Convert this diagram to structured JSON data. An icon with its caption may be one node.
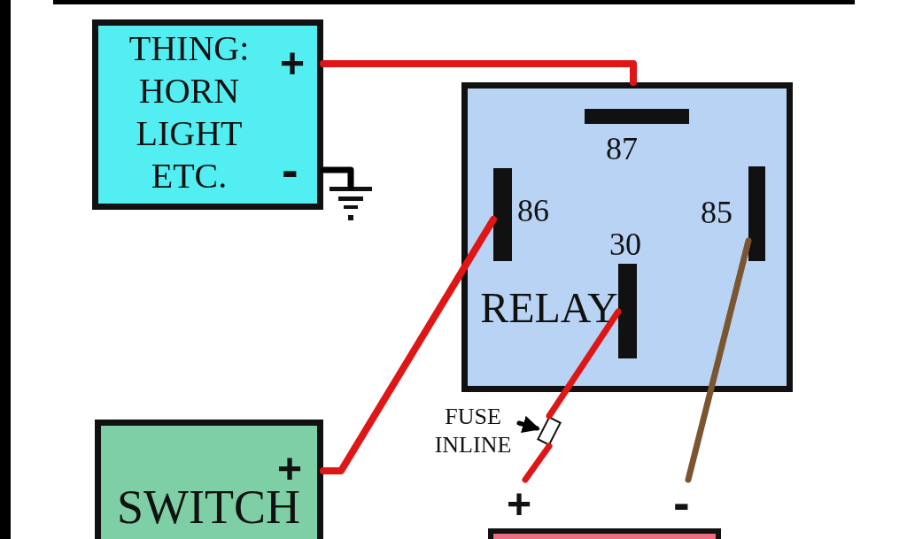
{
  "diagram": {
    "nodes": [
      {
        "text": [
          "THING: HORN LIGHT ETC.",
          "+",
          "-"
        ]
      },
      {
        "text": [],
        "shape": "ground"
      },
      {
        "text": [
          "RELAY"
        ]
      },
      {
        "text": [],
        "shape": "bar",
        "in": 2,
        "beside": [
          "87"
        ]
      },
      {
        "text": [],
        "shape": "bar",
        "in": 2,
        "beside": [
          "86"
        ]
      },
      {
        "text": [],
        "shape": "bar",
        "in": 2,
        "beside": [
          "85"
        ]
      },
      {
        "text": [],
        "shape": "bar",
        "in": 2,
        "beside": [
          "30"
        ]
      },
      {
        "text": [
          "FUSE INLINE"
        ]
      },
      {
        "text": [],
        "shape": "box"
      },
      {
        "text": [
          "+",
          "SWITCH"
        ]
      },
      {
        "text": [],
        "shape": "box",
        "beside": [
          "+",
          "-"
        ]
      }
    ],
    "edges": [
      {
        "from": 0,
        "to": 2,
        "arrow": "none"
      },
      {
        "from": 0,
        "to": 1,
        "arrow": "none",
        "color": "#000000"
      },
      {
        "from": 4,
        "to": 9,
        "arrow": "none"
      },
      {
        "from": 6,
        "to": 8,
        "arrow": "none"
      },
      {
        "from": 8,
        "to": 10,
        "arrow": "none"
      },
      {
        "from": 5,
        "to": 10,
        "arrow": "none",
        "color": "#7b5430"
      },
      {
        "from": 7,
        "to": 8,
        "arrow": "to",
        "color": "#000000"
      }
    ]
  }
}
